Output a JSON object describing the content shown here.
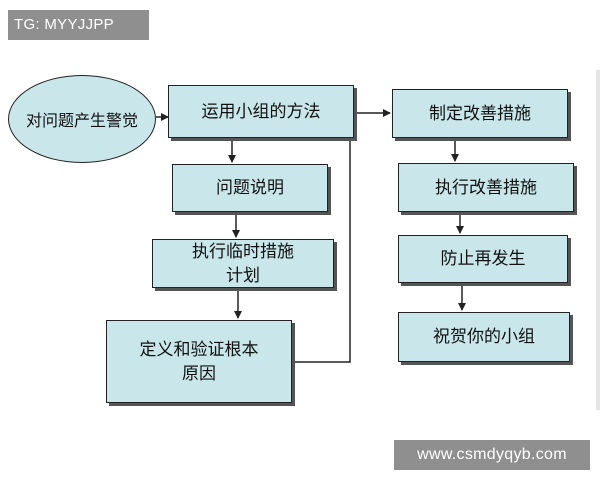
{
  "watermarks": {
    "top": "TG: MYYJJPP",
    "bottom": "www.csmdyqyb.com"
  },
  "flow": {
    "start": "对问题产生警觉",
    "steps": [
      "运用小组的方法",
      "问题说明",
      "执行临时措施\n计划",
      "定义和验证根本\n原因",
      "制定改善措施",
      "执行改善措施",
      "防止再发生",
      "祝贺你的小组"
    ]
  },
  "colors": {
    "box_fill": "#c9e6ea",
    "border": "#222222",
    "shadow": "#555555",
    "watermark_bg": "#8f8f8f"
  }
}
